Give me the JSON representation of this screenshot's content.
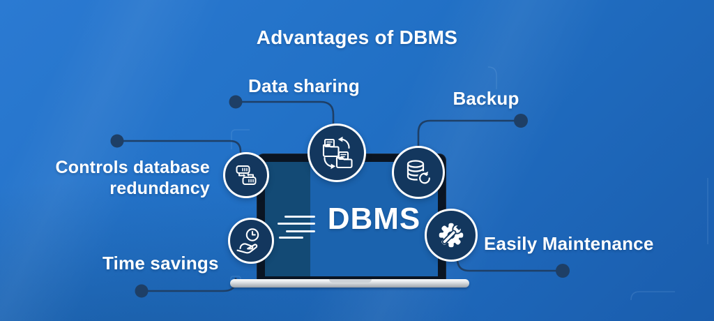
{
  "title": "Advantages of DBMS",
  "laptop": {
    "screen_label": "DBMS"
  },
  "advantages": [
    {
      "label": "Data sharing",
      "icon": "folders-sync-icon"
    },
    {
      "label": "Backup",
      "icon": "database-refresh-icon"
    },
    {
      "label": "Controls database redundancy",
      "icon": "servers-transfer-icon"
    },
    {
      "label": "Time savings",
      "icon": "hand-clock-icon"
    },
    {
      "label": "Easily Maintenance",
      "icon": "gear-wrench-icon"
    }
  ],
  "colors": {
    "background_start": "#2b7ad2",
    "background_end": "#1a5dad",
    "node_fill": "#13375e",
    "connector": "#1e3f66",
    "screen_left_panel": "#134a75",
    "screen_right": "#1b63ae",
    "text": "#ffffff"
  }
}
